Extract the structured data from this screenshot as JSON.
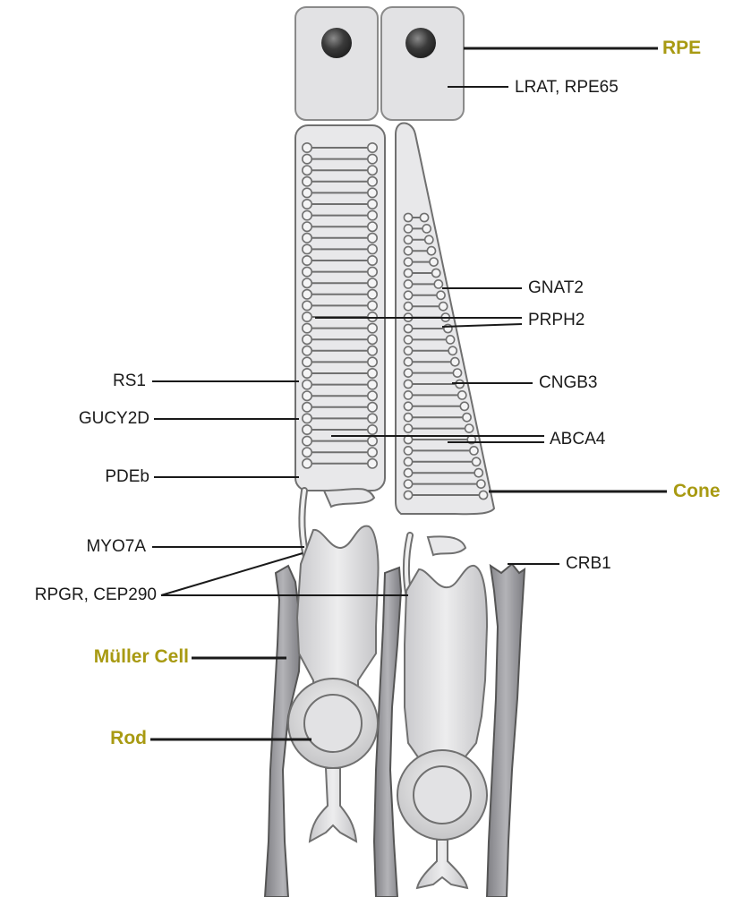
{
  "labels": {
    "rpe": "RPE",
    "lrat_rpe65": "LRAT, RPE65",
    "gnat2": "GNAT2",
    "prph2": "PRPH2",
    "rs1": "RS1",
    "cngb3": "CNGB3",
    "gucy2d": "GUCY2D",
    "abca4": "ABCA4",
    "pdeb": "PDEb",
    "cone": "Cone",
    "myo7a": "MYO7A",
    "crb1": "CRB1",
    "rpgr_cep290": "RPGR, CEP290",
    "muller_cell": "Müller Cell",
    "rod": "Rod"
  },
  "colors": {
    "cell_label": "#a89a12",
    "gene_label": "#1a1a1a",
    "cell_fill": "#e4e4e6",
    "cell_stroke": "#707070",
    "muller_fill": "#9b9b9f"
  }
}
